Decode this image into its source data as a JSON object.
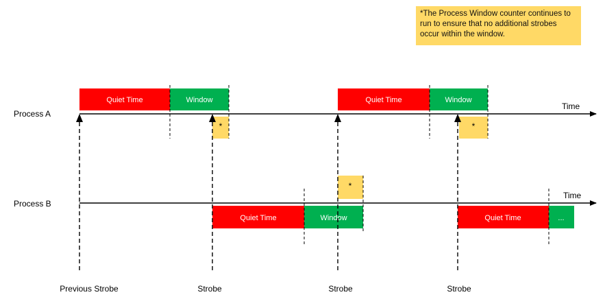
{
  "note": {
    "text": "*The Process Window counter continues to run to ensure that no additional strobes occur within the window."
  },
  "colors": {
    "quiet": "#FF0000",
    "window": "#00B050",
    "pending": "#FFD966",
    "line": "#000000"
  },
  "processes": [
    {
      "name": "Process A",
      "axis_label": "Time",
      "segments": [
        {
          "label": "Quiet Time",
          "type": "quiet"
        },
        {
          "label": "Window",
          "type": "window"
        },
        {
          "label": "*",
          "type": "pending"
        },
        {
          "label": "Quiet Time",
          "type": "quiet"
        },
        {
          "label": "Window",
          "type": "window"
        },
        {
          "label": "*",
          "type": "pending"
        }
      ]
    },
    {
      "name": "Process B",
      "axis_label": "Time",
      "segments": [
        {
          "label": "*",
          "type": "pending"
        },
        {
          "label": "Quiet Time",
          "type": "quiet"
        },
        {
          "label": "Window",
          "type": "window"
        },
        {
          "label": "Quiet Time",
          "type": "quiet"
        },
        {
          "label": "...",
          "type": "window"
        }
      ]
    }
  ],
  "strobes": [
    {
      "label": "Previous Strobe"
    },
    {
      "label": "Strobe"
    },
    {
      "label": "Strobe"
    },
    {
      "label": "Strobe"
    }
  ]
}
